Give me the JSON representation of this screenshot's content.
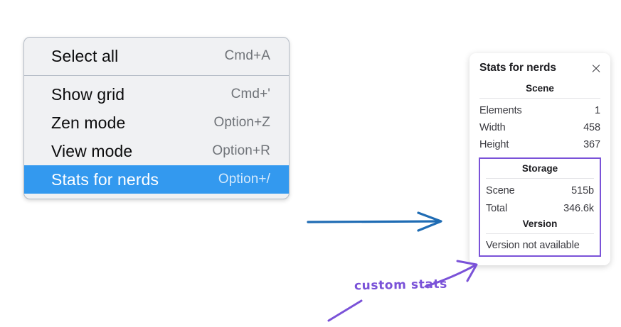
{
  "context_menu": {
    "name": "canvas-context-menu",
    "sections": [
      {
        "items": [
          {
            "label": "Select all",
            "shortcut": "Cmd+A",
            "selected": false
          }
        ]
      },
      {
        "items": [
          {
            "label": "Show grid",
            "shortcut": "Cmd+'",
            "selected": false
          },
          {
            "label": "Zen mode",
            "shortcut": "Option+Z",
            "selected": false
          },
          {
            "label": "View mode",
            "shortcut": "Option+R",
            "selected": false
          },
          {
            "label": "Stats for nerds",
            "shortcut": "Option+/",
            "selected": true
          }
        ]
      }
    ],
    "highlight_color": "#3399ef",
    "background_color": "#f0f1f3"
  },
  "stats_panel": {
    "title": "Stats for nerds",
    "close_icon": "close-icon",
    "sections": [
      {
        "heading": "Scene",
        "highlighted": false,
        "rows": [
          {
            "key": "Elements",
            "value": "1"
          },
          {
            "key": "Width",
            "value": "458"
          },
          {
            "key": "Height",
            "value": "367"
          }
        ]
      },
      {
        "heading": "Storage",
        "highlighted": true,
        "rows": [
          {
            "key": "Scene",
            "value": "515b"
          },
          {
            "key": "Total",
            "value": "346.6k"
          }
        ]
      },
      {
        "heading": "Version",
        "highlighted": true,
        "text": "Version not available"
      }
    ],
    "highlight_border_color": "#7a52d8"
  },
  "annotations": {
    "label": "custom stats",
    "label_color": "#7a52d8",
    "flow_arrow_color": "#1f6cb4"
  }
}
